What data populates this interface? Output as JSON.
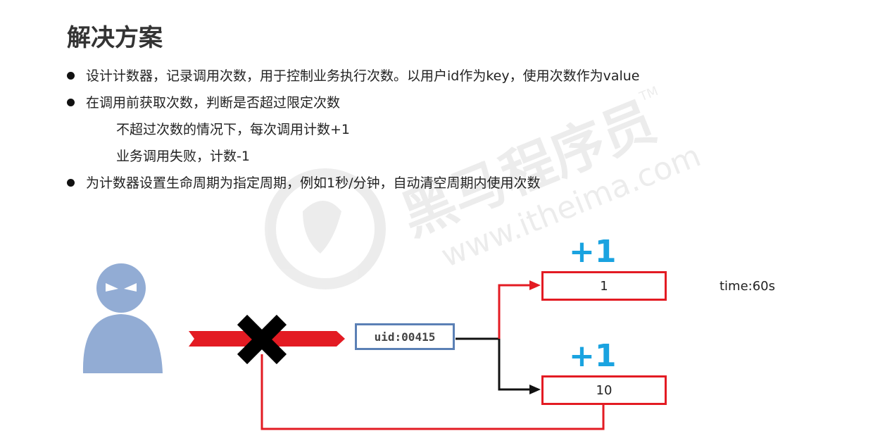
{
  "title": "解决方案",
  "bullets": [
    {
      "type": "bullet",
      "text": "设计计数器，记录调用次数，用于控制业务执行次数。以用户id作为key，使用次数作为value"
    },
    {
      "type": "bullet",
      "text": "在调用前获取次数，判断是否超过限定次数"
    },
    {
      "type": "sub",
      "text": "不超过次数的情况下，每次调用计数+1"
    },
    {
      "type": "sub",
      "text": "业务调用失败，计数-1"
    },
    {
      "type": "bullet",
      "text": "为计数器设置生命周期为指定周期，例如1秒/分钟，自动清空周期内使用次数"
    }
  ],
  "watermark": {
    "brand": "黑马程序员",
    "url": "www.itheima.com",
    "tm": "TM"
  },
  "diagram": {
    "uid_label": "uid:00415",
    "counter_top": "1",
    "counter_bottom": "10",
    "plus_top": "+1",
    "plus_bottom": "+1",
    "time_label": "time:60s"
  },
  "colors": {
    "red": "#e31b23",
    "blue_box": "#5b80b5",
    "accent_blue": "#1aa3e0",
    "user": "#92acd4"
  }
}
